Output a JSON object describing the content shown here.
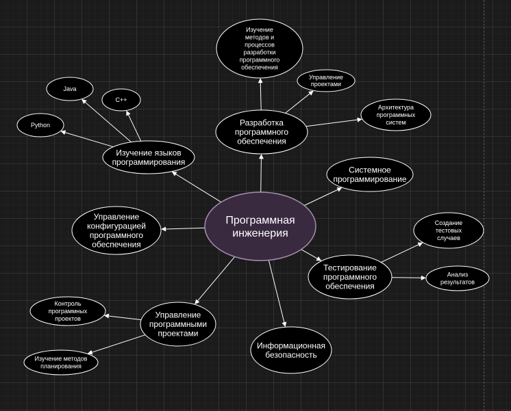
{
  "colors": {
    "node_fill": "#000000",
    "node_stroke": "#ffffff",
    "root_fill": "#3a2a40",
    "root_stroke": "#a890b0",
    "text": "#ffffff",
    "edge": "#ffffff"
  },
  "nodes": [
    {
      "id": "root",
      "lines": [
        "Программная",
        "инженерия"
      ]
    },
    {
      "id": "languages",
      "lines": [
        "Изучение языков",
        "программирования"
      ]
    },
    {
      "id": "python",
      "lines": [
        "Python"
      ]
    },
    {
      "id": "java",
      "lines": [
        "Java"
      ]
    },
    {
      "id": "cpp",
      "lines": [
        "C++"
      ]
    },
    {
      "id": "development",
      "lines": [
        "Разработка",
        "программного",
        "обеспечения"
      ]
    },
    {
      "id": "methods",
      "lines": [
        "Изучение",
        "методов и",
        "процессов",
        "разработки",
        "программного",
        "обеспечения"
      ]
    },
    {
      "id": "project-management-small",
      "lines": [
        "Управление",
        "проектами"
      ]
    },
    {
      "id": "architecture",
      "lines": [
        "Архитектура",
        "программных",
        "систем"
      ]
    },
    {
      "id": "system-programming",
      "lines": [
        "Системное",
        "программирование"
      ]
    },
    {
      "id": "configuration",
      "lines": [
        "Управление",
        "конфигурацией",
        "программного",
        "обеспечения"
      ]
    },
    {
      "id": "testing",
      "lines": [
        "Тестирование",
        "программного",
        "обеспечения"
      ]
    },
    {
      "id": "test-cases",
      "lines": [
        "Создание",
        "тестовых",
        "случаев"
      ]
    },
    {
      "id": "results-analysis",
      "lines": [
        "Анализ",
        "результатов"
      ]
    },
    {
      "id": "security",
      "lines": [
        "Информационная",
        "безопасность"
      ]
    },
    {
      "id": "software-projects",
      "lines": [
        "Управление",
        "программными",
        "проектами"
      ]
    },
    {
      "id": "project-control",
      "lines": [
        "Контроль",
        "программных",
        "проектов"
      ]
    },
    {
      "id": "planning-methods",
      "lines": [
        "Изучение методов",
        "планирования"
      ]
    }
  ],
  "edges": [
    {
      "from": "root",
      "to": "languages"
    },
    {
      "from": "root",
      "to": "development"
    },
    {
      "from": "root",
      "to": "system-programming"
    },
    {
      "from": "root",
      "to": "configuration"
    },
    {
      "from": "root",
      "to": "testing"
    },
    {
      "from": "root",
      "to": "security"
    },
    {
      "from": "root",
      "to": "software-projects"
    },
    {
      "from": "languages",
      "to": "python"
    },
    {
      "from": "languages",
      "to": "java"
    },
    {
      "from": "languages",
      "to": "cpp"
    },
    {
      "from": "development",
      "to": "methods"
    },
    {
      "from": "development",
      "to": "project-management-small"
    },
    {
      "from": "development",
      "to": "architecture"
    },
    {
      "from": "testing",
      "to": "test-cases"
    },
    {
      "from": "testing",
      "to": "results-analysis"
    },
    {
      "from": "software-projects",
      "to": "project-control"
    },
    {
      "from": "software-projects",
      "to": "planning-methods"
    }
  ]
}
